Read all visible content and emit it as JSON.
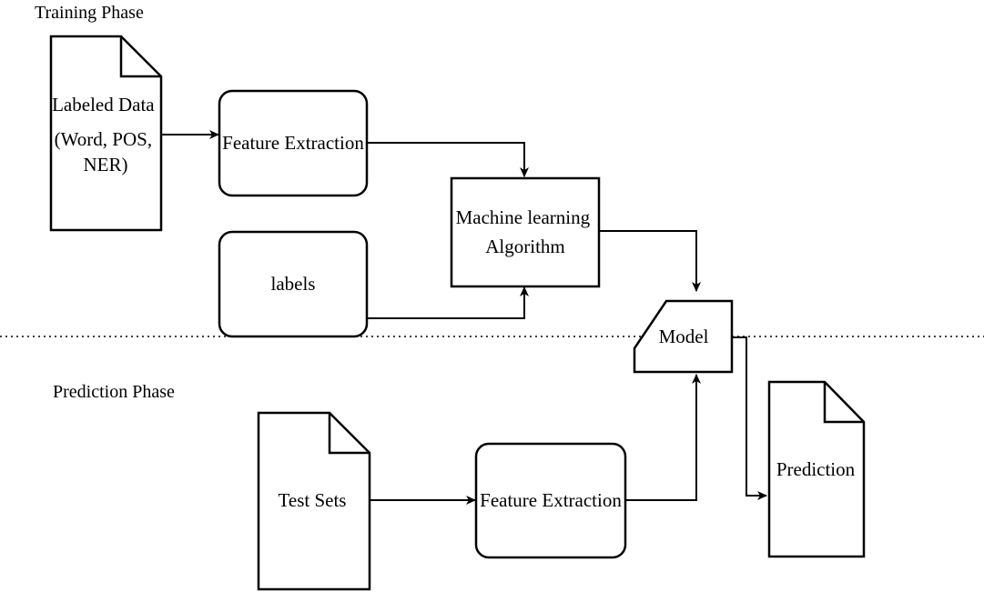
{
  "phases": {
    "training": "Training Phase",
    "prediction": "Prediction Phase"
  },
  "nodes": {
    "labeled_data": {
      "lines": [
        "Labeled Data",
        "(Word, POS,",
        "NER)"
      ]
    },
    "feature_extraction_train": {
      "label": "Feature Extraction"
    },
    "labels": {
      "label": "labels"
    },
    "ml_algorithm": {
      "lines": [
        "Machine learning",
        "Algorithm"
      ]
    },
    "model": {
      "label": "Model"
    },
    "test_sets": {
      "label": "Test Sets"
    },
    "feature_extraction_pred": {
      "label": "Feature Extraction"
    },
    "prediction": {
      "label": "Prediction"
    }
  },
  "edges": [
    {
      "from": "labeled_data",
      "to": "feature_extraction_train"
    },
    {
      "from": "feature_extraction_train",
      "to": "ml_algorithm"
    },
    {
      "from": "labels",
      "to": "ml_algorithm"
    },
    {
      "from": "ml_algorithm",
      "to": "model"
    },
    {
      "from": "test_sets",
      "to": "feature_extraction_pred"
    },
    {
      "from": "feature_extraction_pred",
      "to": "model"
    },
    {
      "from": "model",
      "to": "prediction"
    }
  ],
  "colors": {
    "stroke": "#000000",
    "fill": "#ffffff"
  }
}
